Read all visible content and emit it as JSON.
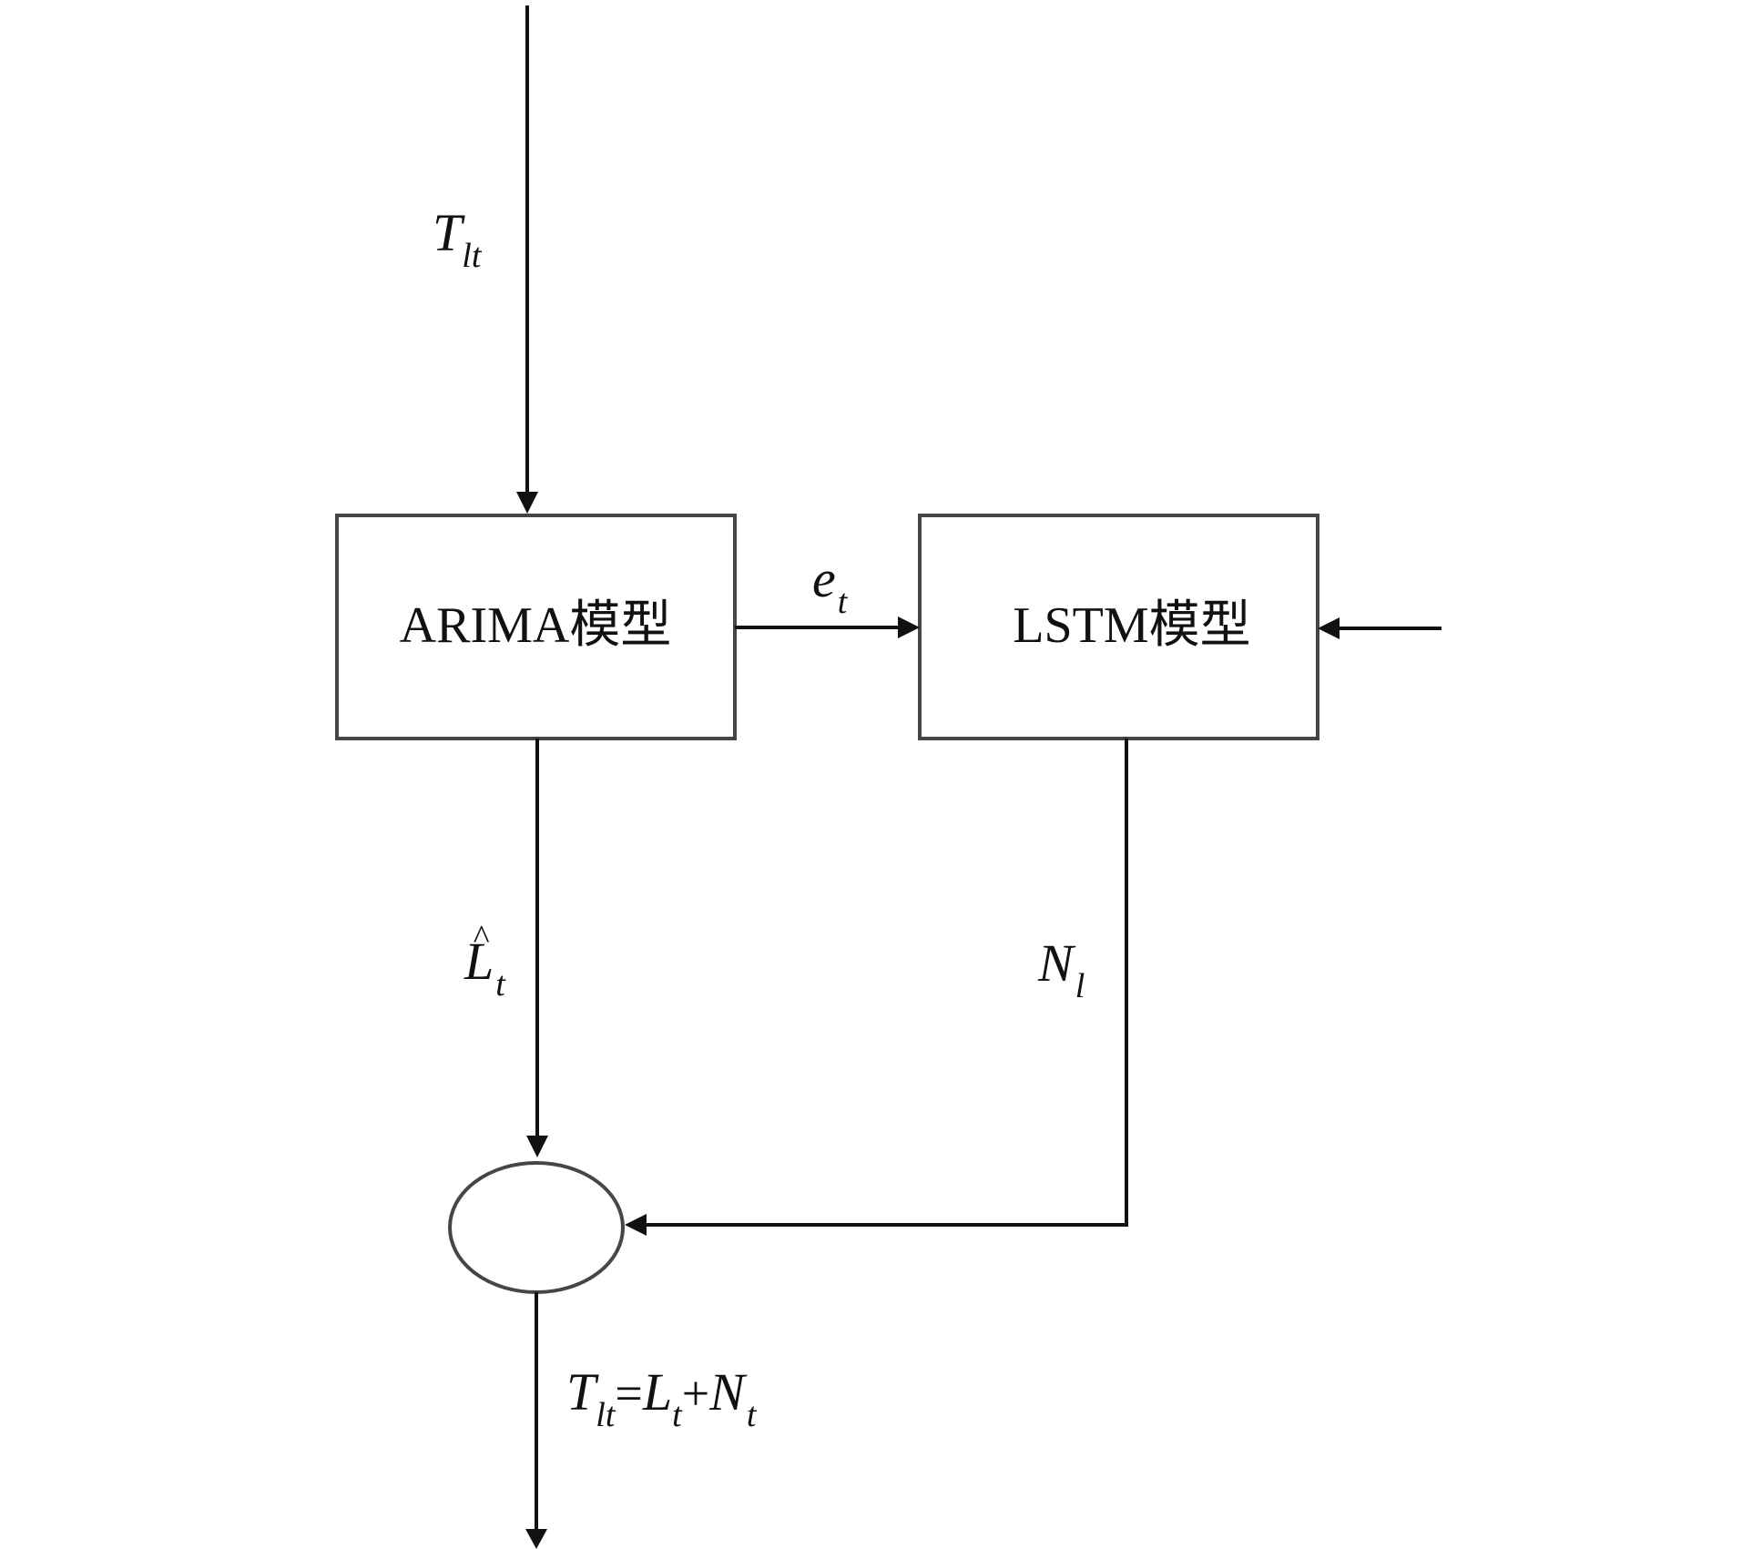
{
  "nodes": {
    "arima": {
      "label": "ARIMA模型"
    },
    "lstm": {
      "label": "LSTM模型"
    },
    "combiner": {
      "label": ""
    }
  },
  "edge_labels": {
    "input": {
      "base": "T",
      "sub": "lt"
    },
    "residual": {
      "base": "e",
      "sub": "t"
    },
    "linear_forecast": {
      "base": "L",
      "hat": "^",
      "sub": "t"
    },
    "nonlinear_forecast": {
      "base": "N",
      "sub": "l"
    },
    "output": {
      "t_base": "T",
      "t_sub": "lt",
      "eq": "=",
      "l_base": "L",
      "l_sub": "t",
      "plus": "+",
      "n_base": "N",
      "n_sub": "t"
    }
  },
  "colors": {
    "box_stroke": "#4a4545",
    "line": "#111111",
    "background": "#ffffff"
  }
}
